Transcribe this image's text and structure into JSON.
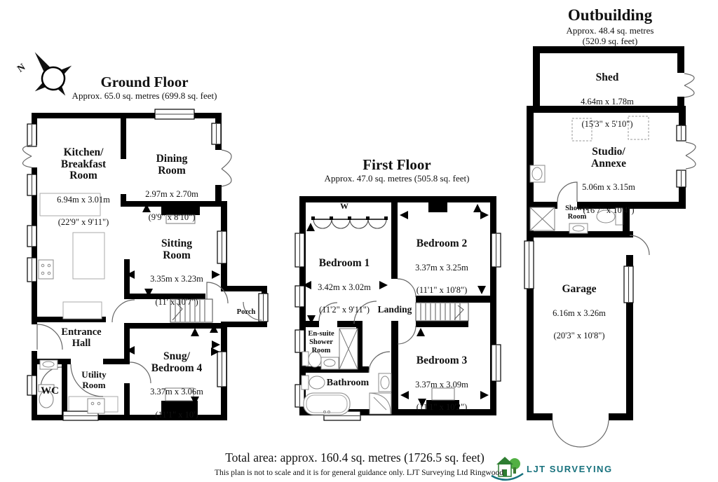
{
  "compass": {
    "label": "N"
  },
  "ground": {
    "title": "Ground Floor",
    "subtitle": "Approx. 65.0 sq. metres (699.8 sq. feet)",
    "rooms": {
      "kitchen": {
        "name": "Kitchen/\nBreakfast\nRoom",
        "dim_m": "6.94m x 3.01m",
        "dim_ft": "(22'9\" x 9'11\")"
      },
      "dining": {
        "name": "Dining\nRoom",
        "dim_m": "2.97m x 2.70m",
        "dim_ft": "(9'9\" x 8'10\")"
      },
      "sitting": {
        "name": "Sitting\nRoom",
        "dim_m": "3.35m x 3.23m",
        "dim_ft": "(11' x 10'7\")"
      },
      "snug": {
        "name": "Snug/\nBedroom 4",
        "dim_m": "3.37m x 3.06m",
        "dim_ft": "(11'1\" x 10')"
      },
      "entrance": {
        "name": "Entrance\nHall"
      },
      "utility": {
        "name": "Utility\nRoom"
      },
      "wc": {
        "name": "WC"
      },
      "porch": {
        "name": "Porch"
      }
    }
  },
  "first": {
    "title": "First Floor",
    "subtitle": "Approx. 47.0 sq. metres (505.8 sq. feet)",
    "rooms": {
      "bed1": {
        "name": "Bedroom 1",
        "dim_m": "3.42m x 3.02m",
        "dim_ft": "(11'2\" x 9'11\")"
      },
      "bed2": {
        "name": "Bedroom 2",
        "dim_m": "3.37m x 3.25m",
        "dim_ft": "(11'1\" x 10'8\")"
      },
      "bed3": {
        "name": "Bedroom 3",
        "dim_m": "3.37m x 3.09m",
        "dim_ft": "(11'1\" x 10'2\")"
      },
      "landing": {
        "name": "Landing"
      },
      "ensuite": {
        "name": "En-suite\nShower\nRoom"
      },
      "bathroom": {
        "name": "Bathroom"
      },
      "wardrobe": {
        "name": "W"
      }
    }
  },
  "outbuilding": {
    "title": "Outbuilding",
    "subtitle": "Approx. 48.4 sq. metres (520.9 sq. feet)",
    "rooms": {
      "shed": {
        "name": "Shed",
        "dim_m": "4.64m x 1.78m",
        "dim_ft": "(15'3\" x 5'10\")"
      },
      "studio": {
        "name": "Studio/\nAnnexe",
        "dim_m": "5.06m x 3.15m",
        "dim_ft": "(16'7\" x 10'4\")"
      },
      "shower": {
        "name": "Shower\nRoom"
      },
      "garage": {
        "name": "Garage",
        "dim_m": "6.16m x 3.26m",
        "dim_ft": "(20'3\" x 10'8\")"
      }
    }
  },
  "footer": {
    "total": "Total area: approx. 160.4 sq. metres (1726.5 sq. feet)",
    "disclaimer": "This plan is not to scale and it is for general guidance only. LJT Surveying Ltd Ringwood",
    "brand": "LJT Surveying"
  },
  "colors": {
    "wall": "#000000",
    "brand_green": "#4aa23c",
    "brand_teal": "#17717d"
  }
}
